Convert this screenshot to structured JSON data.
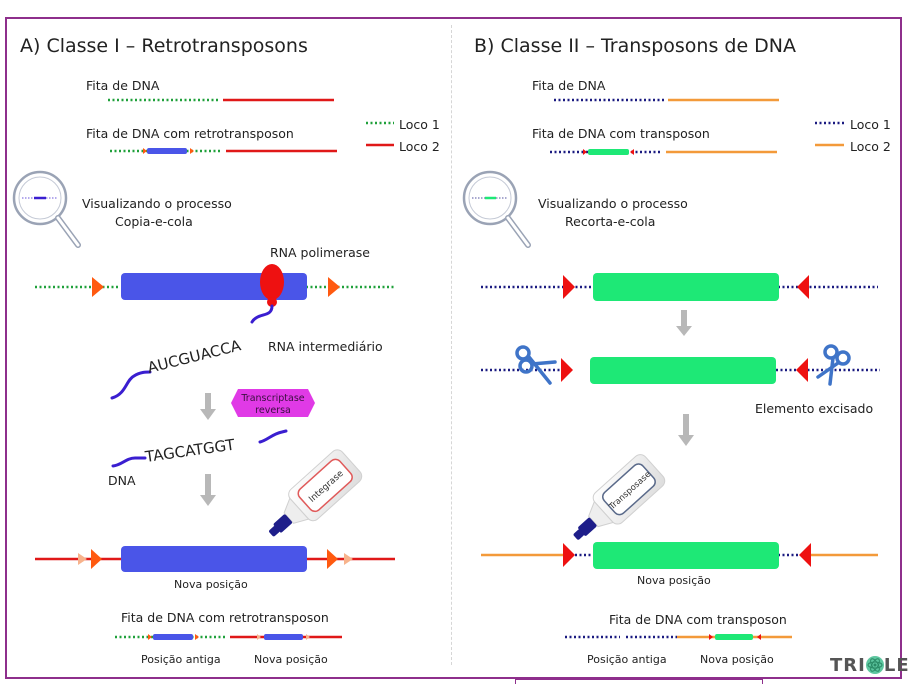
{
  "panels": {
    "A": {
      "title": "A) Classe I – Retrotransposons",
      "strand_label": "Fita de DNA",
      "strand_with_element_label": "Fita de DNA com retrotransposon",
      "legend": [
        {
          "label": "Loco 1",
          "style": "dotted",
          "color": "#1fa03a"
        },
        {
          "label": "Loco 2",
          "style": "solid",
          "color": "#e01818"
        }
      ],
      "magnifier_caption_line1": "Visualizando o processo",
      "magnifier_caption_line2": "Copia-e-cola",
      "enzyme_label": "RNA polimerase",
      "rna_sequence": "AUCGUACCA",
      "rna_label": "RNA intermediário",
      "rt_label_line1": "Transcriptase",
      "rt_label_line2": "reversa",
      "dna_sequence": "TAGCATGGT",
      "dna_label": "DNA",
      "glue_label": "Integrase",
      "new_position_label": "Nova posição",
      "result_label": "Fita de DNA com retrotransposon",
      "old_pos_label": "Posição antiga",
      "new_pos_label": "Nova posição",
      "colors": {
        "element": "#4a55e8",
        "locus1": "#1fa03a",
        "locus2": "#e01818",
        "repeat": "#ff5a10",
        "polymerase": "#ee1111",
        "rna": "#3a1ed0",
        "rt": "#e03ae6"
      }
    },
    "B": {
      "title": "B) Classe II – Transposons de DNA",
      "strand_label": "Fita de DNA",
      "strand_with_element_label": "Fita de DNA com transposon",
      "legend": [
        {
          "label": "Loco 1",
          "style": "dotted",
          "color": "#1a1a80"
        },
        {
          "label": "Loco 2",
          "style": "solid",
          "color": "#f39a3a"
        }
      ],
      "magnifier_caption_line1": "Visualizando o processo",
      "magnifier_caption_line2": "Recorta-e-cola",
      "excised_label": "Elemento excisado",
      "glue_label": "Transposase",
      "new_position_label": "Nova posição",
      "result_label": "Fita de DNA com transposon",
      "old_pos_label": "Posição antiga",
      "new_pos_label": "Nova posição",
      "colors": {
        "element": "#1ee876",
        "locus1": "#1a1a80",
        "locus2": "#f39a3a",
        "repeat": "#ee1111",
        "scissors": "#3f74c8"
      }
    }
  },
  "logo": {
    "text_left": "TRI",
    "text_right": "LEX"
  }
}
